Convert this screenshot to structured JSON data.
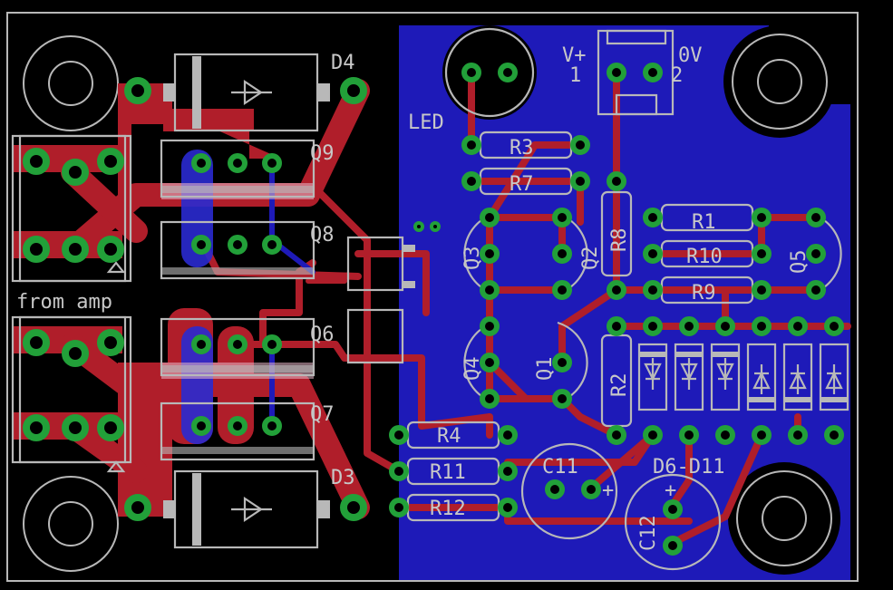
{
  "labels": {
    "d4": "D4",
    "d3": "D3",
    "q9": "Q9",
    "q8": "Q8",
    "q6": "Q6",
    "q7": "Q7",
    "from_amp": "from amp",
    "led": "LED",
    "vplus": "V+",
    "pin1": "1",
    "pin2": "2",
    "zero_v": "0V",
    "r3": "R3",
    "r7": "R7",
    "r8": "R8",
    "r1": "R1",
    "r10": "R10",
    "r9": "R9",
    "q3": "Q3",
    "q2": "Q2",
    "q5": "Q5",
    "q4": "Q4",
    "q1": "Q1",
    "r2": "R2",
    "r4": "R4",
    "r11": "R11",
    "r12": "R12",
    "c11": "C11",
    "c12": "C12",
    "d6_d11": "D6-D11",
    "plus": "+"
  },
  "colors": {
    "background": "#000000",
    "copper_fill": "#1e1ab8",
    "top_trace": "#b01e2a",
    "pad_ring": "#22a039",
    "silkscreen": "#b8b8b8"
  }
}
